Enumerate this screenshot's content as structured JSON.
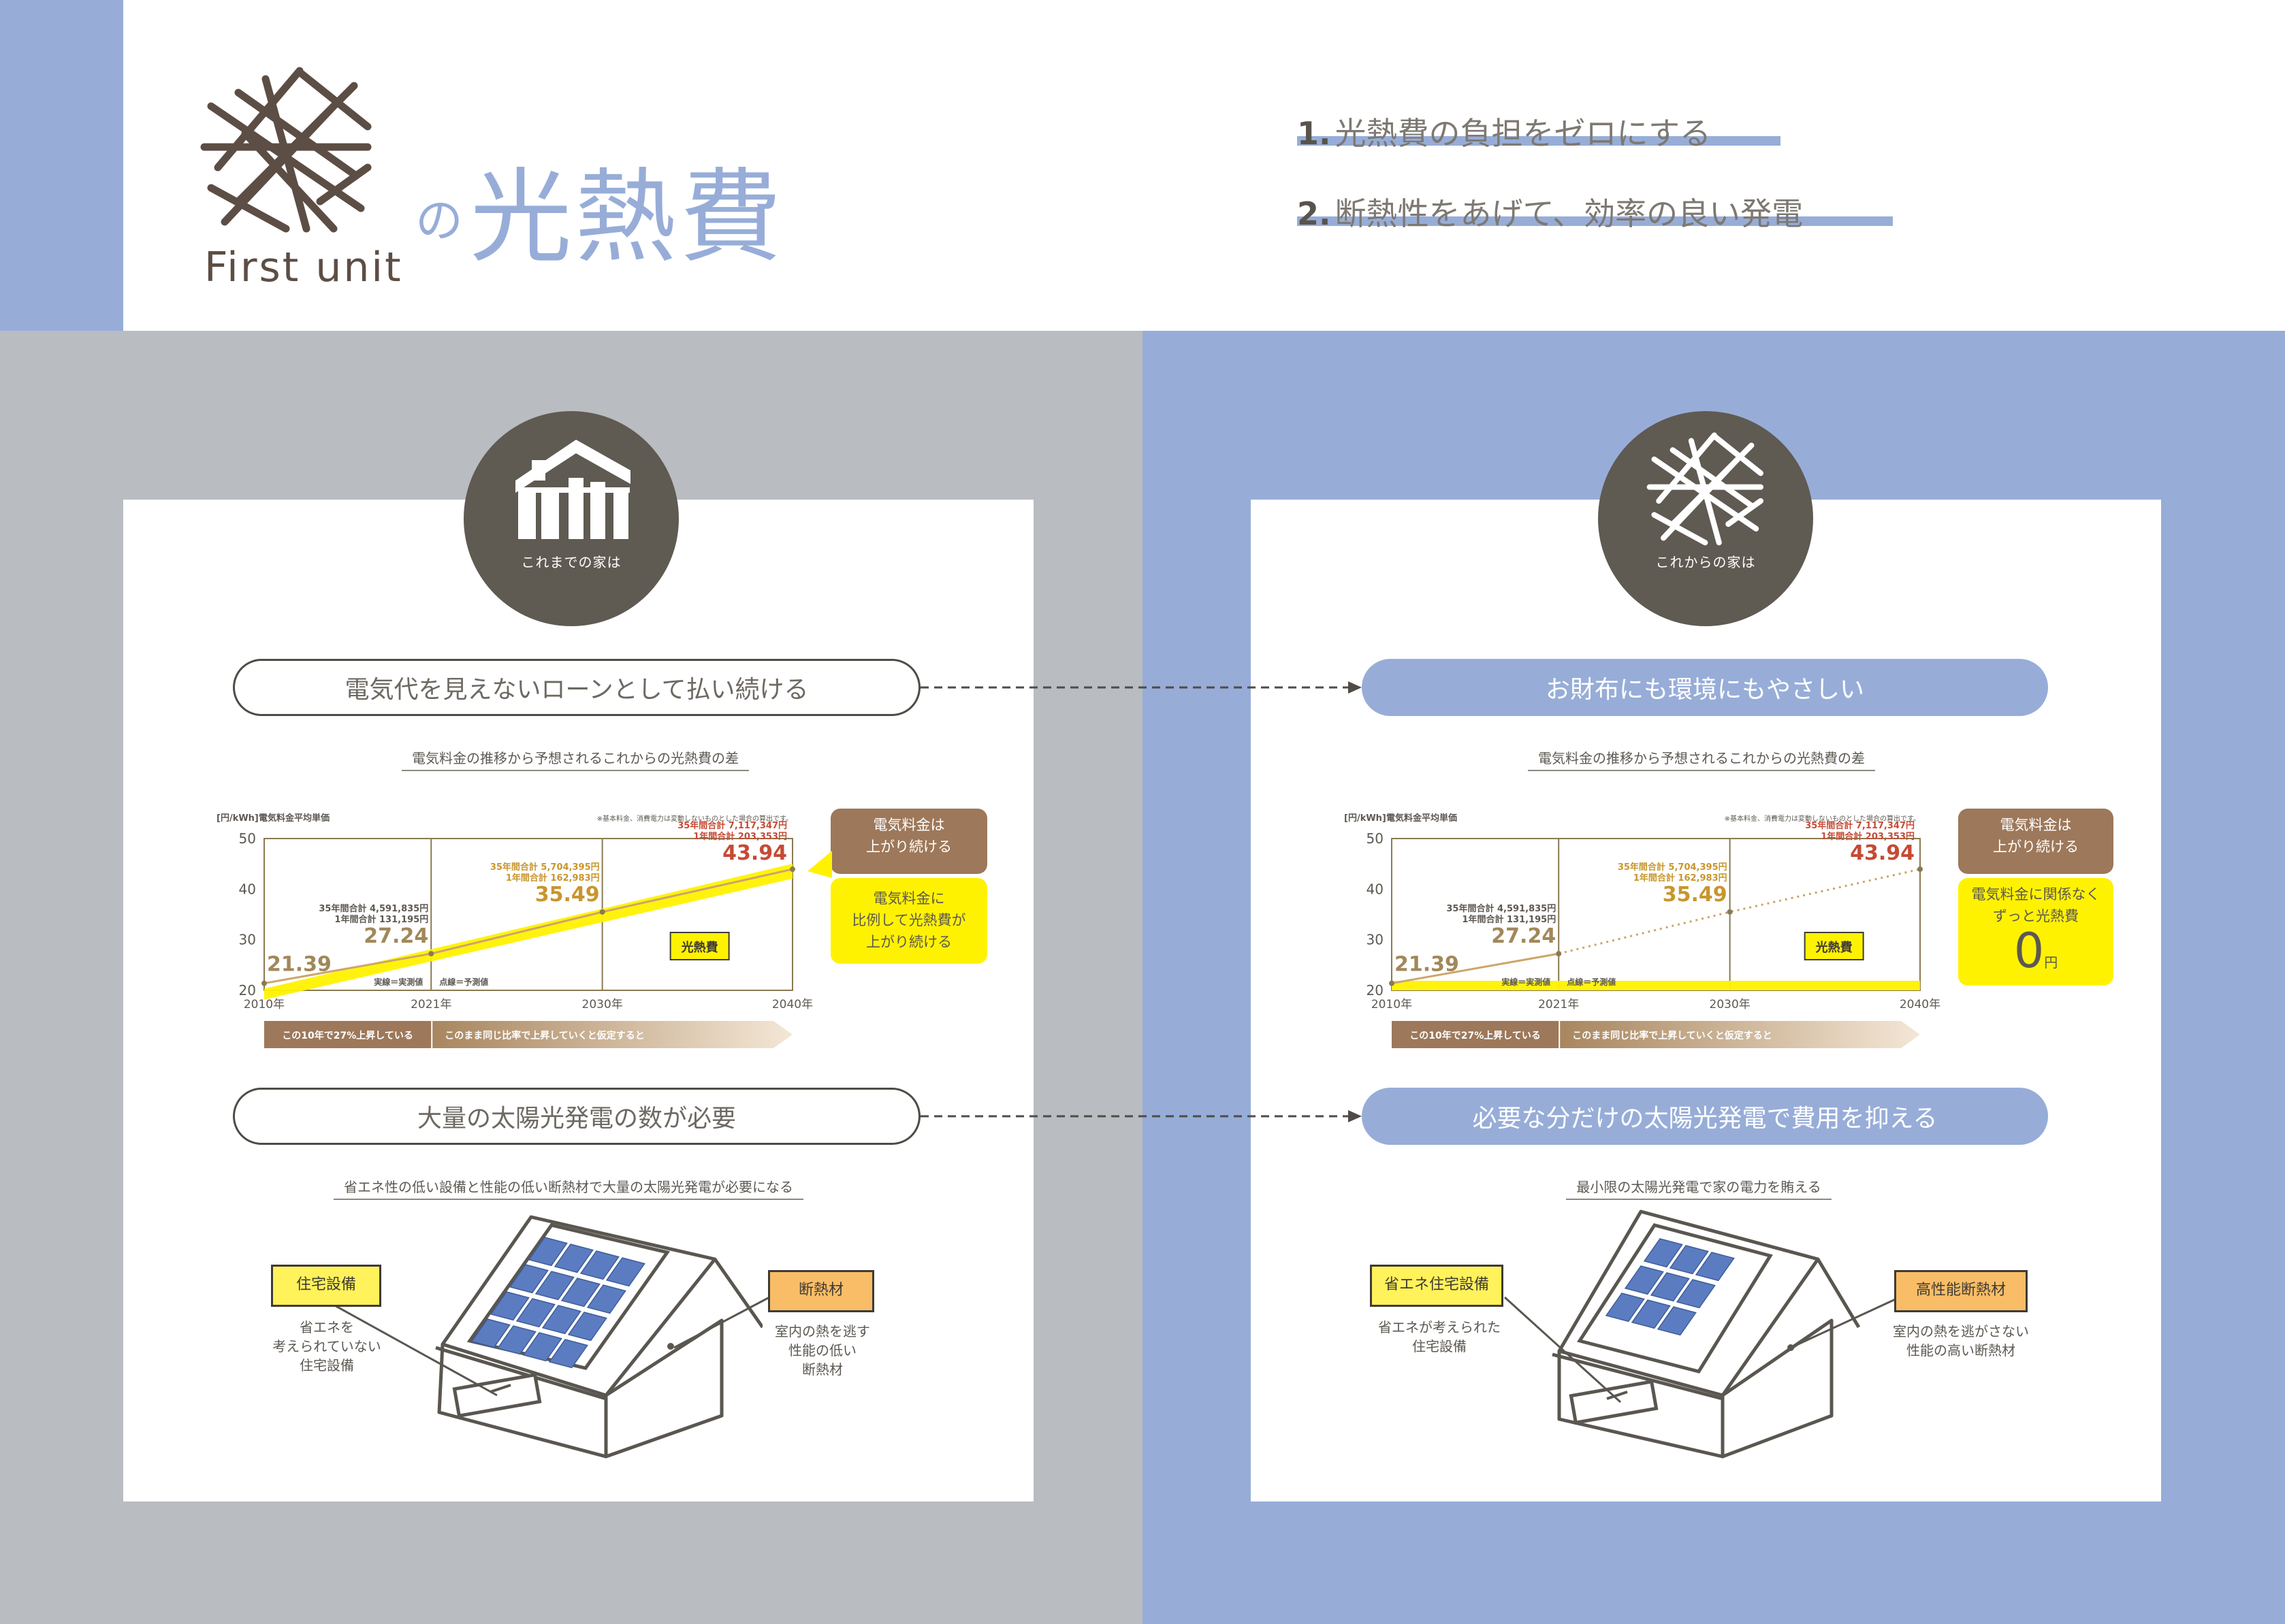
{
  "brand": {
    "logo_text": "First unit",
    "title_prefix": "の",
    "title": "光熱費"
  },
  "goals": [
    {
      "num": "1.",
      "text": "光熱費の負担をゼロにする"
    },
    {
      "num": "2.",
      "text": "断熱性をあげて、効率の良い発電"
    }
  ],
  "colors": {
    "accent_blue": "#97add8",
    "gray_bg": "#b9bcc1",
    "brown": "#5f5a52",
    "yellow": "#fff200",
    "chart_line": "#cda56a"
  },
  "left": {
    "circle_label": "これまでの家は",
    "pill1": "電気代を見えないローンとして払い続ける",
    "chart_title": "電気料金の推移から予想されるこれからの光熱費の差",
    "bubble_brown": "電気料金は\n上がり続ける",
    "bubble_yellow": "電気料金に\n比例して光熱費が\n上がり続ける",
    "pill2": "大量の太陽光発電の数が必要",
    "house_title": "省エネ性の低い設備と性能の低い断熱材で大量の太陽光発電が必要になる",
    "label_left": "住宅設備",
    "note_left": "省エネを\n考えられていない\n住宅設備",
    "label_right": "断熱材",
    "note_right": "室内の熱を逃す\n性能の低い\n断熱材"
  },
  "right": {
    "circle_label": "これからの家は",
    "pill1": "お財布にも環境にもやさしい",
    "chart_title": "電気料金の推移から予想されるこれからの光熱費の差",
    "bubble_brown": "電気料金は\n上がり続ける",
    "bubble_yellow": "電気料金に関係なく\nずっと光熱費",
    "zero_value": "0",
    "zero_unit": "円",
    "pill2": "必要な分だけの太陽光発電で費用を抑える",
    "house_title": "最小限の太陽光発電で家の電力を賄える",
    "label_left": "省エネ住宅設備",
    "note_left": "省エネが考えられた\n住宅設備",
    "label_right": "高性能断熱材",
    "note_right": "室内の熱を逃がさない\n性能の高い断熱材"
  },
  "chart_data": [
    {
      "type": "line",
      "title": "電気料金の推移から予想されるこれからの光熱費の差",
      "unit_label": "[円/kWh]",
      "series_label": "電気料金平均単価",
      "footnote": "※基本料金、消費電力は変動しないものとした場合の算出です。",
      "x": [
        "2010年",
        "2021年",
        "2030年",
        "2040年"
      ],
      "yticks": [
        20,
        30,
        40,
        50
      ],
      "ylim": [
        20,
        50
      ],
      "values": [
        21.39,
        27.24,
        35.49,
        43.94
      ],
      "value_labels": [
        "21.39",
        "27.24",
        "35.49",
        "43.94"
      ],
      "totals": [
        {
          "y35": "",
          "y1": ""
        },
        {
          "y35": "35年間合計 4,591,835円",
          "y1": "1年間合計 131,195円"
        },
        {
          "y35": "35年間合計 5,704,395円",
          "y1": "1年間合計 162,983円"
        },
        {
          "y35": "35年間合計 7,117,347円",
          "y1": "1年間合計 203,353円"
        }
      ],
      "legend_actual": "実線＝実測値",
      "legend_forecast": "点線＝予測値",
      "band_label": "光熱費",
      "band_values": [
        21.39,
        27.24,
        35.49,
        43.94
      ],
      "timeline": [
        "この10年で27%上昇している",
        "このまま同じ比率で上昇していくと仮定すると"
      ]
    },
    {
      "type": "line",
      "title": "電気料金の推移から予想されるこれからの光熱費の差",
      "unit_label": "[円/kWh]",
      "series_label": "電気料金平均単価",
      "footnote": "※基本料金、消費電力は変動しないものとした場合の算出です。",
      "x": [
        "2010年",
        "2021年",
        "2030年",
        "2040年"
      ],
      "yticks": [
        20,
        30,
        40,
        50
      ],
      "ylim": [
        20,
        50
      ],
      "values": [
        21.39,
        27.24,
        35.49,
        43.94
      ],
      "value_labels": [
        "21.39",
        "27.24",
        "35.49",
        "43.94"
      ],
      "totals": [
        {
          "y35": "",
          "y1": ""
        },
        {
          "y35": "35年間合計 4,591,835円",
          "y1": "1年間合計 131,195円"
        },
        {
          "y35": "35年間合計 5,704,395円",
          "y1": "1年間合計 162,983円"
        },
        {
          "y35": "35年間合計 7,117,347円",
          "y1": "1年間合計 203,353円"
        }
      ],
      "legend_actual": "実線＝実測値",
      "legend_forecast": "点線＝予測値",
      "band_label": "光熱費",
      "band_values": [
        20,
        20,
        20,
        20
      ],
      "timeline": [
        "この10年で27%上昇している",
        "このまま同じ比率で上昇していくと仮定すると"
      ]
    }
  ]
}
